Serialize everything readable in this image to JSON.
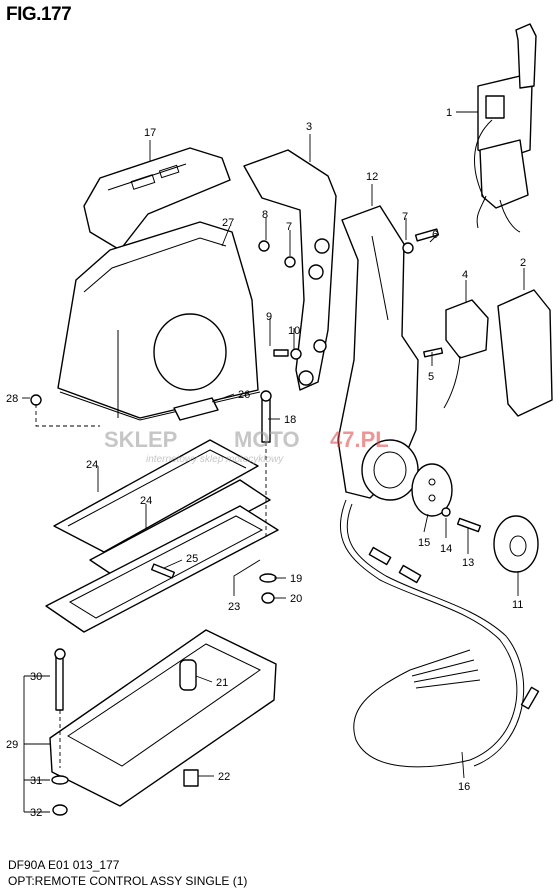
{
  "figure": {
    "title": "FIG.177",
    "caption_line1": "DF90A E01 013_177",
    "caption_line2": "OPT:REMOTE CONTROL ASSY SINGLE (1)"
  },
  "watermark": {
    "brand_left": "SKLEP",
    "brand_mid": "MOTO",
    "brand_right": "47.PL",
    "tagline": "internetowy sklep motocyklowy",
    "color": "#e04040"
  },
  "parts": {
    "p1": "1",
    "p2": "2",
    "p3": "3",
    "p4": "4",
    "p5": "5",
    "p6": "6",
    "p7a": "7",
    "p7b": "7",
    "p8": "8",
    "p9": "9",
    "p10": "10",
    "p11": "11",
    "p12": "12",
    "p13": "13",
    "p14": "14",
    "p15": "15",
    "p16": "16",
    "p17": "17",
    "p18": "18",
    "p19": "19",
    "p20": "20",
    "p21": "21",
    "p22": "22",
    "p23": "23",
    "p24a": "24",
    "p24b": "24",
    "p25": "25",
    "p26": "26",
    "p27": "27",
    "p28": "28",
    "p29": "29",
    "p30": "30",
    "p31": "31",
    "p32": "32"
  }
}
